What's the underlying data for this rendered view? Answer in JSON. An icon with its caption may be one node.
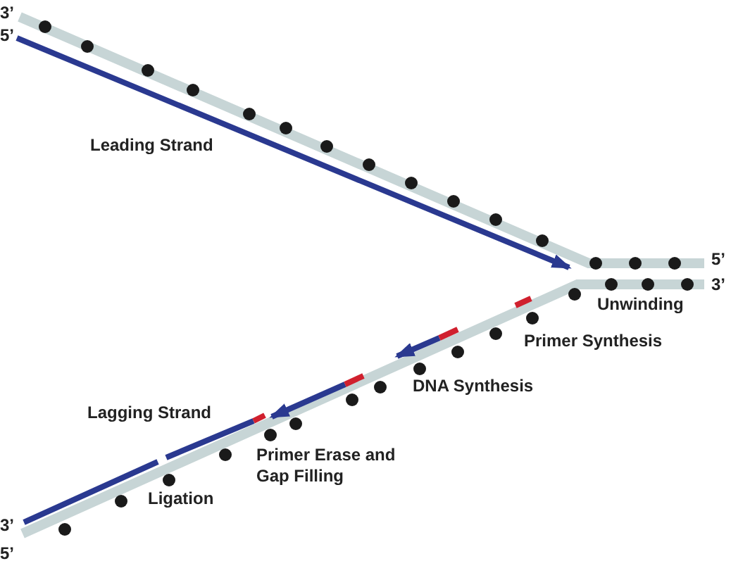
{
  "diagram": {
    "labels": [
      "3’",
      "5’",
      "Leading Strand",
      "5’",
      "3’",
      "Unwinding",
      "Primer Synthesis",
      "DNA Synthesis",
      "Lagging Strand",
      "Primer Erase and Gap Filling",
      "Ligation",
      "3’",
      "5’"
    ]
  }
}
